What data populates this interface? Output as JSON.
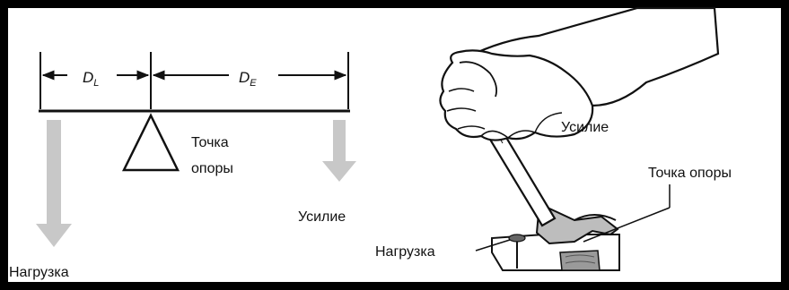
{
  "lever_diagram": {
    "dim_load_main": "D",
    "dim_load_sub": "L",
    "dim_effort_main": "D",
    "dim_effort_sub": "E",
    "fulcrum_label_line1": "Точка",
    "fulcrum_label_line2": "опоры",
    "effort_label": "Усилие",
    "load_label": "Нагрузка"
  },
  "hammer_illustration": {
    "effort_label": "Усилие",
    "fulcrum_label": "Точка опоры",
    "load_label": "Нагрузка"
  },
  "colors": {
    "frame": "#000000",
    "background": "#ffffff",
    "arrow_gray": "#c8c8c8",
    "ink": "#111111"
  }
}
